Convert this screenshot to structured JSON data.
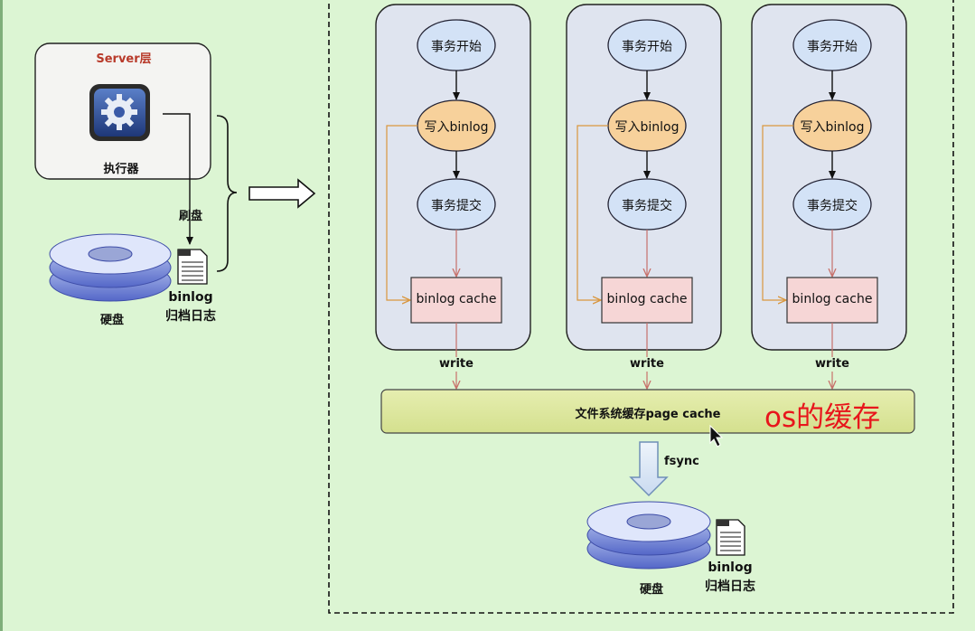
{
  "server": {
    "title": "Server层",
    "executor": "执行器",
    "flush": "刷盘",
    "disk": "硬盘",
    "binlog": "binlog",
    "archive": "归档日志"
  },
  "columns": [
    {
      "start": "事务开始",
      "write_binlog": "写入binlog",
      "commit": "事务提交",
      "cache": "binlog cache",
      "write": "write"
    },
    {
      "start": "事务开始",
      "write_binlog": "写入binlog",
      "commit": "事务提交",
      "cache": "binlog cache",
      "write": "write"
    },
    {
      "start": "事务开始",
      "write_binlog": "写入binlog",
      "commit": "事务提交",
      "cache": "binlog cache",
      "write": "write"
    }
  ],
  "page_cache": {
    "label": "文件系统缓存page cache",
    "note": "os的缓存"
  },
  "fsync": "fsync",
  "bottom": {
    "disk": "硬盘",
    "binlog": "binlog",
    "archive": "归档日志"
  },
  "colors": {
    "background": "#dcf5d3",
    "ellipse_blue": "#d3e2f6",
    "ellipse_orange": "#f7d19b",
    "cache_box": "#f6d6d6",
    "page_cache_bar": "#e0eaa4",
    "note_red": "#e8151b",
    "server_title_red": "#b83a2a",
    "orange_line": "#d9963e",
    "red_line": "#c7706a"
  }
}
